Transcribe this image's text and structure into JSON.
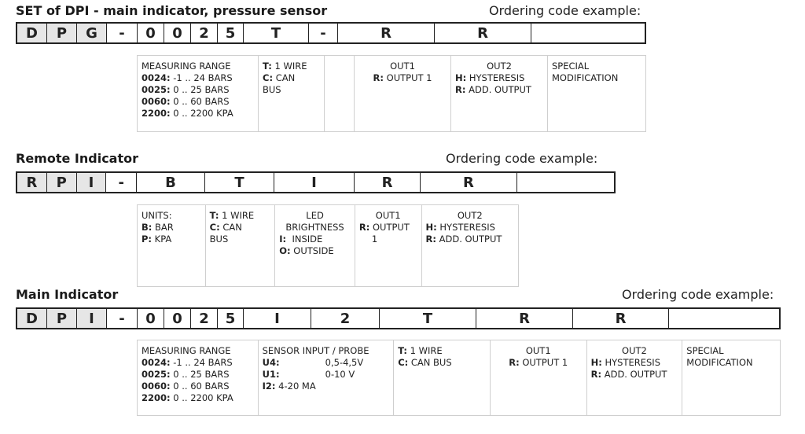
{
  "section1": {
    "title": "SET of DPI - main indicator, pressure sensor",
    "ordering": "Ordering code example:",
    "codes": [
      "D",
      "P",
      "G",
      "-",
      "0",
      "0",
      "2",
      "5",
      "T",
      "-",
      "R",
      "R",
      ""
    ],
    "measuring_range": {
      "header": "MEASURING RANGE",
      "items": [
        {
          "k": "0024:",
          "v": " -1 .. 24 BARS"
        },
        {
          "k": "0025:",
          "v": " 0 .. 25 BARS"
        },
        {
          "k": "0060:",
          "v": " 0 .. 60 BARS"
        },
        {
          "k": "2200:",
          "v": " 0 .. 2200 KPA"
        }
      ]
    },
    "wire": {
      "items": [
        {
          "k": "T:",
          "v": " 1 WIRE"
        },
        {
          "k": "C:",
          "v": " CAN"
        },
        {
          "k": "",
          "v": "BUS"
        }
      ]
    },
    "out1": {
      "header": "OUT1",
      "items": [
        {
          "k": "R:",
          "v": " OUTPUT 1"
        }
      ]
    },
    "out2": {
      "header": "OUT2",
      "items": [
        {
          "k": "H:",
          "v": " HYSTERESIS"
        },
        {
          "k": "R:",
          "v": " ADD. OUTPUT"
        }
      ]
    },
    "special": {
      "lines": [
        "SPECIAL",
        "MODIFICATION"
      ]
    }
  },
  "section2": {
    "title": "Remote Indicator",
    "ordering": "Ordering code example:",
    "codes": [
      "R",
      "P",
      "I",
      "-",
      "B",
      "T",
      "I",
      "R",
      "R",
      ""
    ],
    "units": {
      "header": "UNITS:",
      "items": [
        {
          "k": "B:",
          "v": " BAR"
        },
        {
          "k": "P:",
          "v": " KPA"
        }
      ]
    },
    "wire": {
      "items": [
        {
          "k": "T:",
          "v": " 1 WIRE"
        },
        {
          "k": "C:",
          "v": " CAN"
        },
        {
          "k": "",
          "v": "BUS"
        }
      ]
    },
    "led": {
      "lines": [
        "LED",
        "BRIGHTNESS"
      ],
      "items": [
        {
          "k": "I:",
          "v": "  INSIDE"
        },
        {
          "k": "O:",
          "v": " OUTSIDE"
        }
      ]
    },
    "out1": {
      "header": "OUT1",
      "items": [
        {
          "k": "R:",
          "v": " OUTPUT"
        }
      ],
      "extra": "1"
    },
    "out2": {
      "header": "OUT2",
      "items": [
        {
          "k": "H:",
          "v": " HYSTERESIS"
        },
        {
          "k": "R:",
          "v": " ADD. OUTPUT"
        }
      ]
    }
  },
  "section3": {
    "title": "Main Indicator",
    "ordering": "Ordering code example:",
    "codes": [
      "D",
      "P",
      "I",
      "-",
      "0",
      "0",
      "2",
      "5",
      "I",
      "2",
      "T",
      "R",
      "R",
      ""
    ],
    "measuring_range": {
      "header": "MEASURING RANGE",
      "items": [
        {
          "k": "0024:",
          "v": " -1 .. 24 BARS"
        },
        {
          "k": "0025:",
          "v": " 0 .. 25 BARS"
        },
        {
          "k": "0060:",
          "v": " 0 .. 60 BARS"
        },
        {
          "k": "2200:",
          "v": " 0 .. 2200 KPA"
        }
      ]
    },
    "sensor": {
      "header": "SENSOR INPUT / PROBE",
      "items": [
        {
          "k": "U4:",
          "v": "0,5-4,5V"
        },
        {
          "k": "U1:",
          "v": "0-10 V"
        },
        {
          "k": "I2:",
          "v": " 4-20 MA"
        }
      ]
    },
    "wire": {
      "items": [
        {
          "k": "T:",
          "v": " 1 WIRE"
        },
        {
          "k": "C:",
          "v": " CAN BUS"
        }
      ]
    },
    "out1": {
      "header": "OUT1",
      "items": [
        {
          "k": "R:",
          "v": " OUTPUT 1"
        }
      ]
    },
    "out2": {
      "header": "OUT2",
      "items": [
        {
          "k": "H:",
          "v": " HYSTERESIS"
        },
        {
          "k": "R:",
          "v": " ADD. OUTPUT"
        }
      ]
    },
    "special": {
      "lines": [
        "SPECIAL",
        "MODIFICATION"
      ]
    }
  }
}
